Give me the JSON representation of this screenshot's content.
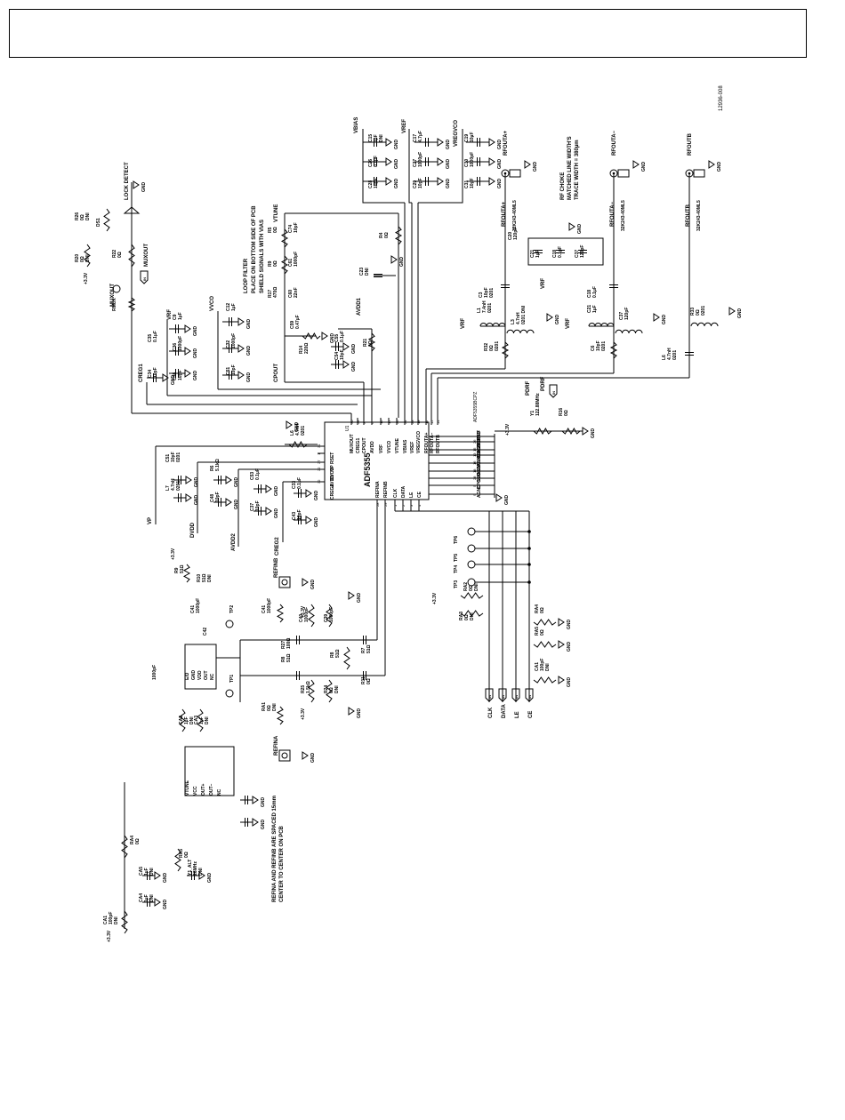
{
  "figure_id": "12936-008",
  "chip": {
    "name": "ADF5355",
    "ref": "U1",
    "part": "ADF5355BCPZ",
    "pad_label": "PAD"
  },
  "notes": {
    "loop_filter": [
      "LOOP FILTER",
      "PLACE ON BOTTOM SIDE OF PCB",
      "SHIELD SIGNALS WITH VIAS"
    ],
    "rf_choke": [
      "RF CHOKE",
      "MATCHED LINE WIDTH'S",
      "TRACE WIDTH = 380µm"
    ],
    "refin_spacing": [
      "REFINA AND REFINB ARE SPACED 15mm",
      "CENTER TO CENTER ON PCB"
    ]
  },
  "pins_left": [
    {
      "num": "31",
      "name": "RSET"
    },
    {
      "num": "1",
      "name": "VP"
    },
    {
      "num": "27",
      "name": "DVDD"
    },
    {
      "num": "22",
      "name": "AVDD"
    },
    {
      "num": "32",
      "name": "CREG2"
    }
  ],
  "pins_top": [
    {
      "num": "30",
      "name": "MUXOUT"
    },
    {
      "num": "29",
      "name": "CREG1"
    },
    {
      "num": "3",
      "name": "CPOUT"
    },
    {
      "num": "6",
      "name": "AVDD"
    },
    {
      "num": "10",
      "name": "VRF"
    },
    {
      "num": "17",
      "name": "VVCO"
    },
    {
      "num": "20",
      "name": "VTUNE"
    },
    {
      "num": "24",
      "name": "VBIAS"
    },
    {
      "num": "23",
      "name": "VREF"
    },
    {
      "num": "19",
      "name": "VREGVCO"
    },
    {
      "num": "11",
      "name": "RFOUTA+"
    },
    {
      "num": "12",
      "name": "RFOUTA−"
    },
    {
      "num": "14",
      "name": "RFOUTB"
    }
  ],
  "pins_right": [
    {
      "num": "",
      "name": "PAD"
    },
    {
      "num": "26",
      "name": "PDBRF"
    },
    {
      "num": "15",
      "name": "AGNDRF"
    },
    {
      "num": "13",
      "name": "AGNDRF"
    },
    {
      "num": "16",
      "name": "AGNDVCO"
    },
    {
      "num": "18",
      "name": "AGNDVCO"
    },
    {
      "num": "28",
      "name": "SDGND"
    },
    {
      "num": "5",
      "name": "CPGND"
    },
    {
      "num": "9",
      "name": "AGND"
    }
  ],
  "pins_bottom": [
    {
      "num": "28",
      "name": "REFINA"
    },
    {
      "num": "29",
      "name": "REFINB"
    },
    {
      "num": "1",
      "name": "CLK"
    },
    {
      "num": "2",
      "name": "DATA"
    },
    {
      "num": "3",
      "name": "LE"
    },
    {
      "num": "4",
      "name": "CE"
    }
  ],
  "components": [
    {
      "ref": "R26",
      "value": "0Ω",
      "note": "DNI"
    },
    {
      "ref": "DS1",
      "value": "",
      "note": ""
    },
    {
      "ref": "R20",
      "value": "0Ω",
      "note": "DNI"
    },
    {
      "ref": "R22",
      "value": "0Ω",
      "note": ""
    },
    {
      "ref": "RMUX",
      "value": "",
      "note": ""
    },
    {
      "ref": "C9",
      "value": "1µF",
      "note": ""
    },
    {
      "ref": "C35",
      "value": "0.1µF",
      "note": ""
    },
    {
      "ref": "C36",
      "value": "1000pF",
      "note": ""
    },
    {
      "ref": "C38",
      "value": "10pF",
      "note": ""
    },
    {
      "ref": "C34",
      "value": "10pF",
      "note": ""
    },
    {
      "ref": "C12",
      "value": "1µF",
      "note": ""
    },
    {
      "ref": "C32",
      "value": "1000pF",
      "note": ""
    },
    {
      "ref": "C51",
      "value": "10pF",
      "note": ""
    },
    {
      "ref": "R5",
      "value": "0Ω",
      "note": ""
    },
    {
      "ref": "C74",
      "value": "10pF",
      "note": ""
    },
    {
      "ref": "R9",
      "value": "0Ω",
      "note": ""
    },
    {
      "ref": "C61",
      "value": "1000pF",
      "note": ""
    },
    {
      "ref": "R17",
      "value": "470Ω",
      "note": ""
    },
    {
      "ref": "C60",
      "value": "22nF",
      "note": ""
    },
    {
      "ref": "C59",
      "value": "0.47µF",
      "note": ""
    },
    {
      "ref": "R14",
      "value": "220Ω",
      "note": ""
    },
    {
      "ref": "R4",
      "value": "0Ω",
      "note": ""
    },
    {
      "ref": "C23",
      "value": "DNI",
      "note": ""
    },
    {
      "ref": "C55",
      "value": "0.1µF",
      "note": ""
    },
    {
      "ref": "C54",
      "value": "10pF",
      "note": ""
    },
    {
      "ref": "R21",
      "value": "0Ω",
      "note": ""
    },
    {
      "ref": "C15",
      "value": "1µF",
      "note": "DNI"
    },
    {
      "ref": "C26",
      "value": "0.1µF",
      "note": ""
    },
    {
      "ref": "C28",
      "value": "10pF",
      "note": ""
    },
    {
      "ref": "C17",
      "value": "4.7µF",
      "note": ""
    },
    {
      "ref": "C27",
      "value": "1000pF",
      "note": ""
    },
    {
      "ref": "C29",
      "value": "10pF",
      "note": ""
    },
    {
      "ref": "C19",
      "value": "10µF",
      "note": ""
    },
    {
      "ref": "C30",
      "value": "1000pF",
      "note": ""
    },
    {
      "ref": "C31",
      "value": "10pF",
      "note": ""
    },
    {
      "ref": "C3",
      "value": "10pF",
      "note": "0201"
    },
    {
      "ref": "L1",
      "value": "7.4nH",
      "note": "0201"
    },
    {
      "ref": "L3",
      "value": "4.7nH",
      "note": "0201 DNI"
    },
    {
      "ref": "R32",
      "value": "0Ω",
      "note": "0201"
    },
    {
      "ref": "C20",
      "value": "120pF",
      "note": ""
    },
    {
      "ref": "C21",
      "value": "1µF",
      "note": ""
    },
    {
      "ref": "C18",
      "value": "0.1µF",
      "note": ""
    },
    {
      "ref": "C37",
      "value": "120pF",
      "note": ""
    },
    {
      "ref": "C6",
      "value": "10pF",
      "note": "0201"
    },
    {
      "ref": "L2",
      "value": "7.4nH",
      "note": "0201"
    },
    {
      "ref": "L6",
      "value": "4.7nH",
      "note": "0201"
    },
    {
      "ref": "R33",
      "value": "0Ω",
      "note": "0201"
    },
    {
      "ref": "C51",
      "value": "10pF",
      "note": "0201"
    },
    {
      "ref": "L7",
      "value": "4.7nH",
      "note": "0201"
    },
    {
      "ref": "R6",
      "value": "5.1kΩ",
      "note": ""
    },
    {
      "ref": "C48",
      "value": "10pF",
      "note": ""
    },
    {
      "ref": "C53",
      "value": "0.1µF",
      "note": ""
    },
    {
      "ref": "C37",
      "value": "10pF",
      "note": ""
    },
    {
      "ref": "C33",
      "value": "0.1µF",
      "note": ""
    },
    {
      "ref": "C43",
      "value": "10pF",
      "note": ""
    },
    {
      "ref": "C45",
      "value": "0.1µF",
      "note": ""
    },
    {
      "ref": "C46",
      "value": "10pF",
      "note": ""
    },
    {
      "ref": "C50",
      "value": "0.1µF",
      "note": ""
    },
    {
      "ref": "R2",
      "value": "10kΩ",
      "note": ""
    },
    {
      "ref": "R3",
      "value": "0Ω",
      "note": "DNI"
    },
    {
      "ref": "R12",
      "value": "0Ω",
      "note": ""
    },
    {
      "ref": "C47",
      "value": "1µF",
      "note": ""
    },
    {
      "ref": "C44",
      "value": "100pF",
      "note": ""
    },
    {
      "ref": "Y1",
      "value": "122.88MHz",
      "note": ""
    },
    {
      "ref": "R16",
      "value": "0Ω",
      "note": ""
    },
    {
      "ref": "C42",
      "value": "1000pF",
      "note": ""
    },
    {
      "ref": "R9",
      "value": "51Ω",
      "note": ""
    },
    {
      "ref": "R10",
      "value": "51Ω",
      "note": "DNI"
    },
    {
      "ref": "C41",
      "value": "1000pF",
      "note": ""
    },
    {
      "ref": "R27",
      "value": "100Ω",
      "note": ""
    },
    {
      "ref": "C40",
      "value": "1000pF",
      "note": ""
    },
    {
      "ref": "C39",
      "value": "1000pF",
      "note": ""
    },
    {
      "ref": "R7",
      "value": "51Ω",
      "note": ""
    },
    {
      "ref": "R8",
      "value": "51Ω",
      "note": ""
    },
    {
      "ref": "R11",
      "value": "0Ω",
      "note": ""
    },
    {
      "ref": "R25",
      "value": "1.5kΩ",
      "note": ""
    },
    {
      "ref": "R24",
      "value": "0Ω",
      "note": "DNI"
    },
    {
      "ref": "R23",
      "value": "1.5kΩ",
      "note": ""
    },
    {
      "ref": "R19",
      "value": "1.5kΩ",
      "note": ""
    },
    {
      "ref": "R18",
      "value": "1.5kΩ",
      "note": ""
    },
    {
      "ref": "RA1",
      "value": "0Ω",
      "note": "DNI"
    },
    {
      "ref": "RA2",
      "value": "0Ω",
      "note": "DNI"
    },
    {
      "ref": "RA3",
      "value": "0Ω",
      "note": "DNI"
    },
    {
      "ref": "RA4",
      "value": "0Ω",
      "note": ""
    },
    {
      "ref": "RA5",
      "value": "0Ω",
      "note": ""
    },
    {
      "ref": "CA1",
      "value": "100pF",
      "note": "DNI"
    },
    {
      "ref": "CA2",
      "value": "1µF",
      "note": "DNI"
    },
    {
      "ref": "CA3",
      "value": "1µF",
      "note": "DNI"
    },
    {
      "ref": "CA4",
      "value": "1µF",
      "note": "DNI"
    },
    {
      "ref": "CA5",
      "value": "1µF",
      "note": "DNI"
    },
    {
      "ref": "Y1_ALT",
      "value": "26MHz",
      "note": "DNI"
    }
  ],
  "nets": {
    "gnd": "GND",
    "v33": "+3.3V",
    "lock_detect": "LOCK DETECT",
    "muxout": "MUXOUT",
    "vtune": "VTUNE",
    "vbias": "VBIAS",
    "vref": "VREF",
    "vregvco": "VREGVCO",
    "vrf": "VRF",
    "vvco": "VVCO",
    "creg1": "CREG1",
    "creg2": "CREG2",
    "cpout": "CPOUT",
    "avdd1": "AVDD1",
    "avdd2": "AVDD2",
    "vp": "VP",
    "dvdd": "DVDD",
    "pdrf": "PDRF",
    "refina": "REFINA",
    "refinb": "REFINB",
    "rfouta_p": "RFOUTA+",
    "rfouta_n": "RFOUTA−",
    "rfoutb": "RFOUTB",
    "clk": "CLK",
    "data": "DATA",
    "le": "LE",
    "ce": "CE"
  },
  "connectors": {
    "sma_part": "32K243-40ML5"
  },
  "testpoints": [
    "TP1",
    "TP2",
    "TP3",
    "TP4",
    "TP5",
    "TP6"
  ],
  "crystal_pins": {
    "e_d": "E/D",
    "gnd": "GND",
    "vdd": "VDD",
    "out": "OUT",
    "nc": "NC",
    "outp": "OUT+",
    "outn": "OUT−",
    "vtune": "VTUNE",
    "vcc": "VCC"
  },
  "connector_pin": "IN"
}
